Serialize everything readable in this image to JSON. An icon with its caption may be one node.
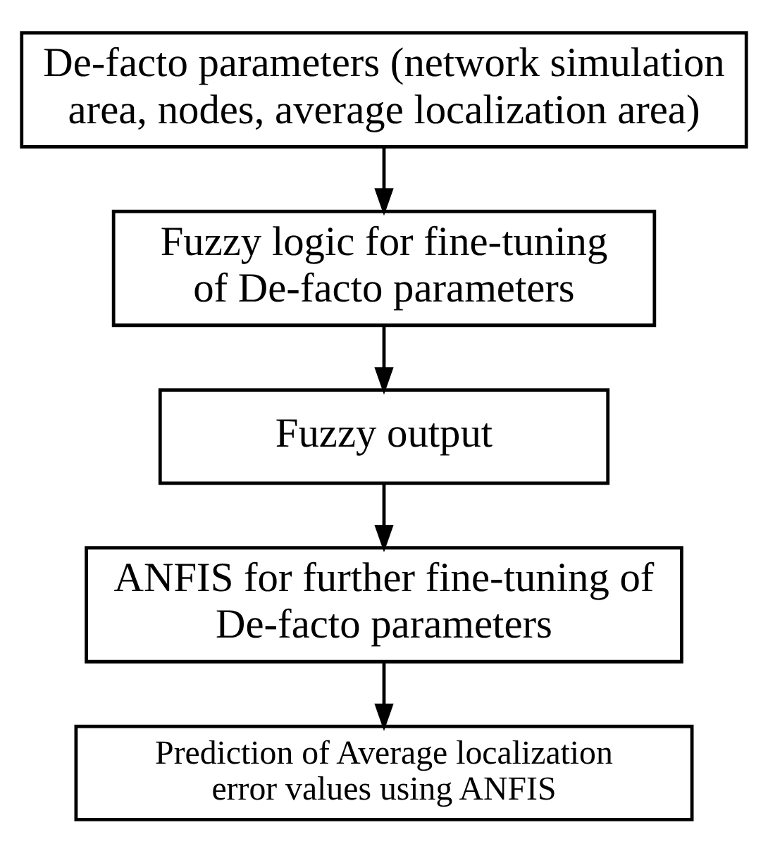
{
  "diagram": {
    "nodes": [
      {
        "text": [
          "De-facto parameters (network simulation area, nodes, average localization area)"
        ]
      },
      {
        "text": [
          "Fuzzy logic for fine-tuning of De-facto parameters"
        ]
      },
      {
        "text": [
          "Fuzzy output"
        ]
      },
      {
        "text": [
          "ANFIS for further fine-tuning of De-facto parameters"
        ]
      },
      {
        "text": [
          "Prediction of Average localization error values using ANFIS"
        ]
      }
    ],
    "edges": [
      {
        "from": 0,
        "to": 1,
        "arrow": "to"
      },
      {
        "from": 1,
        "to": 2,
        "arrow": "to"
      },
      {
        "from": 2,
        "to": 3,
        "arrow": "to"
      },
      {
        "from": 3,
        "to": 4,
        "arrow": "to"
      }
    ]
  }
}
